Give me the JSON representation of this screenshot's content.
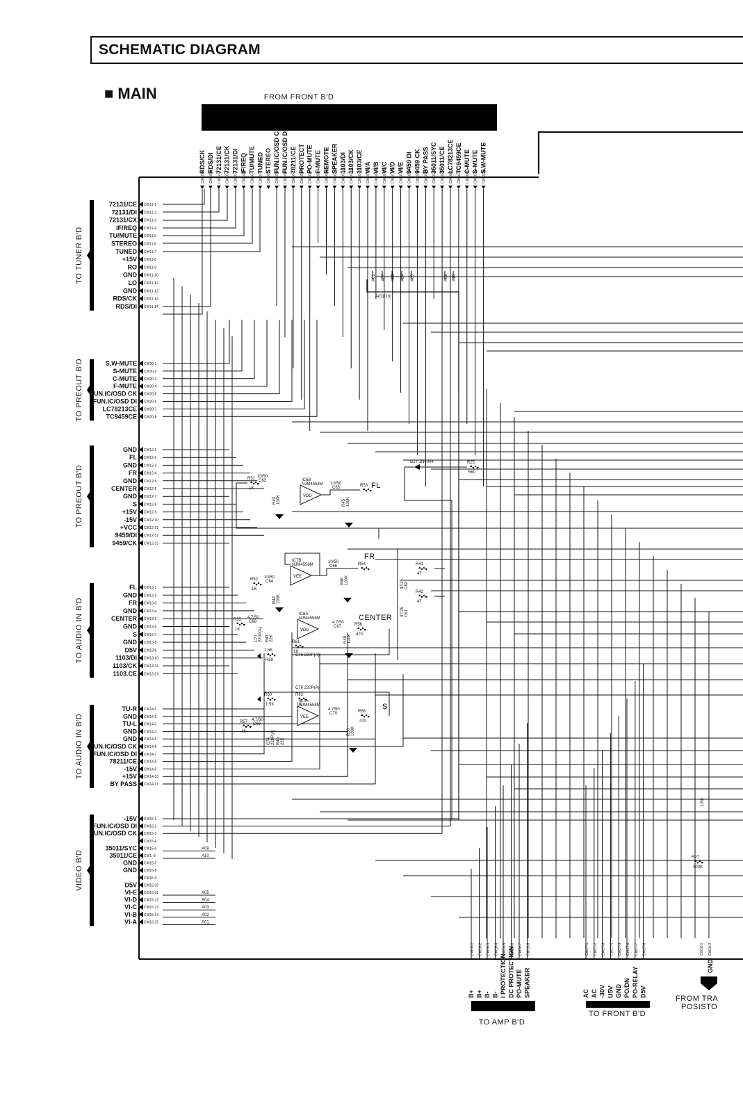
{
  "header": {
    "title": "SCHEMATIC DIAGRAM",
    "section": "■ MAIN"
  },
  "boards": {
    "front_top": "FROM FRONT B'D",
    "tuner": "TO TUNER B'D",
    "preout_top": "TO PREOUT B'D",
    "preout_mid": "TO PREOUT B'D",
    "audio_in": "TO AUDIO IN B'D",
    "audio_in2": "TO AUDIO IN B'D",
    "video": "VIDEO B'D",
    "amp": "TO AMP B'D",
    "front_bottom": "TO FRONT B'D",
    "trans": "FROM TRA",
    "posistor": "POSISTO"
  },
  "connectors": {
    "cw10": {
      "labels": [
        "RDS/CK",
        "RDS/DI",
        "72131/CE",
        "72131/CK",
        "72131/DI",
        "IF/REQ",
        "TU/MUTE",
        "TUNED",
        "STEREO",
        "FUN.IC/OSD CK",
        "FUN.IC/OSD DI",
        "78211/CE",
        "PROTECT",
        "PO-MUTE",
        "F-MUTE",
        "REMOTE",
        "SPEAKER",
        "1103/DI",
        "1103/CK",
        "1103/CE",
        "VI/A",
        "VI/B",
        "VI/C",
        "VI/D",
        "VI/E",
        "9459 DI",
        "9459 CK",
        "BY PASS",
        "35011/SYC",
        "35011/CE",
        "LC78213CE",
        "TC9459CE",
        "C-MUTE",
        "S-MUTE",
        "S.W-MUTE"
      ],
      "pins": [
        "CW10-1",
        "CW10-2",
        "CW10-3",
        "CW10-4",
        "CW10-5",
        "CW10-6",
        "CW10-7",
        "CW10-8",
        "CW10-9",
        "CW10-10",
        "CW10-11",
        "CW10-12",
        "CW10-13",
        "CW10-14",
        "CW10-15",
        "CW10-16",
        "CW10-17",
        "CW10-18",
        "CW10-19",
        "CW10-20",
        "CW10-21",
        "CW10-22",
        "CW10-23",
        "CW10-24",
        "CW10-25",
        "CW10-26",
        "CW10-27",
        "CW10-28",
        "CW10-29",
        "CW10-30",
        "CW10-31",
        "CW10-32",
        "CW10-33",
        "CW10-34",
        "CW10-35"
      ]
    },
    "cw11": {
      "labels": [
        "72131/CE",
        "72131/DI",
        "72131/CX",
        "IF/REQ",
        "TU/MUTE",
        "STEREO",
        "TUNED",
        "+15V",
        "RO",
        "GND",
        "LO",
        "GND",
        "RDS/CK",
        "RDS/DI"
      ],
      "pins": [
        "CW11-1",
        "CW11-2",
        "CW11-3",
        "CW11-4",
        "CW11-5",
        "CW11-6",
        "CW11-7",
        "CW11-8",
        "CW11-9",
        "CW11-10",
        "CW11-11",
        "CW11-12",
        "CW11-13",
        "CW11-14"
      ]
    },
    "cw20": {
      "labels": [
        "S.W-MUTE",
        "S-MUTE",
        "C-MUTE",
        "F-MUTE",
        "FUN.IC/OSD CK",
        "FUN.IC/OSD DI",
        "LC78213CE",
        "TC9459CE"
      ],
      "pins": [
        "CW20-1",
        "CW20-2",
        "CW20-3",
        "CW20-4",
        "CW20-5",
        "CW20-6",
        "CW20-7",
        "CW20-8"
      ]
    },
    "cw12": {
      "labels": [
        "GND",
        "FL",
        "GND",
        "FR",
        "GND",
        "CENTER",
        "GND",
        "S",
        "+15V",
        "-15V",
        "+VCC",
        "9459/DI",
        "9459/CK"
      ],
      "pins": [
        "CW12-1",
        "CW12-2",
        "CW12-3",
        "CW12-4",
        "CW12-5",
        "CW12-6",
        "CW12-7",
        "CW12-8",
        "CW12-9",
        "CW12-10",
        "CW12-11",
        "CW12-12",
        "CW12-13"
      ]
    },
    "cw13": {
      "labels": [
        "FL",
        "GND",
        "FR",
        "GND",
        "CENTER",
        "GND",
        "S",
        "GND",
        "D5V",
        "1103/DI",
        "1103/CK",
        "1103.CE"
      ],
      "pins": [
        "CW13-1",
        "CW13-2",
        "CW13-3",
        "CW13-4",
        "CW13-5",
        "CW13-6",
        "CW13-7",
        "CW13-8",
        "CW13-9",
        "CW13-10",
        "CW13-11",
        "CW13-12"
      ]
    },
    "cw14": {
      "labels": [
        "TU-R",
        "GND",
        "TU-L",
        "GND",
        "GND",
        "FUN.IC/OSD CK",
        "FUN.IC/OSD DI",
        "78211/CE",
        "-15V",
        "+15V",
        "BY PASS"
      ],
      "pins": [
        "CW14-1",
        "CW14-2",
        "CW14-3",
        "CW14-4",
        "CW14-5",
        "CW14-6",
        "CW14-7",
        "CW14-8",
        "CW14-9",
        "CW14-10",
        "CW14-11"
      ]
    },
    "cw15": {
      "labels": [
        "-15V",
        "FUN.IC/OSD DI",
        "FUN.IC/OSD CK",
        "",
        "35011/SYC",
        "35011/CE",
        "GND",
        "GND",
        "",
        "D5V",
        "VI-E",
        "VI-D",
        "VI-C",
        "VI-B",
        "VI-A"
      ],
      "pins": [
        "CW15-1",
        "CW15-2",
        "CW15-3",
        "CW15-4",
        "CW15-5",
        "CW1.-6",
        "CW15-7",
        "CW15-8",
        "CW15-9",
        "CW15-10",
        "CW15-11",
        "CW15-12",
        "CW15-13",
        "CW15-14",
        "CW15-15"
      ],
      "tags": [
        "",
        "",
        "",
        "",
        "A09",
        "A10",
        "",
        "",
        "",
        "",
        "A05",
        "A04",
        "A03",
        "A02",
        "A01"
      ]
    },
    "cw16": {
      "labels": [
        "B+",
        "B+",
        "B-",
        "B-",
        "I PROTECTION",
        "DC PROTECTION",
        "PO-MUTE",
        "SPEAKER"
      ],
      "pins": [
        "CW16-1",
        "CW16-2",
        "CW16-3",
        "CW16-4",
        "CW16-5",
        "CW16-6",
        "CW16-7",
        "CW16-8"
      ]
    },
    "cw17": {
      "labels": [
        "AC",
        "AC",
        "-30V",
        "U5V",
        "GND",
        "PO/DN",
        "PO-RELAY",
        "D5V"
      ],
      "pins": [
        "CW17-1",
        "CW17-2",
        "CW17-3",
        "CW17-4",
        "CW17-5",
        "CW17-6",
        "CW17-7",
        "CW17-8"
      ]
    },
    "cw18": {
      "labels": [
        "GND"
      ],
      "pins": [
        "CW18-1",
        "CW18-2"
      ]
    }
  },
  "bus": {
    "label": "A(01/10)",
    "taps": [
      "A01",
      "A02",
      "A03",
      "A04",
      "A05",
      "A09",
      "A10"
    ]
  },
  "components": {
    "ic6b": [
      "IC6B",
      "NJM4558M"
    ],
    "ic7b": [
      "IC7B",
      "NJM4558M"
    ],
    "ic6a": [
      "IC6A",
      "NJM4558M"
    ],
    "ic7a": [
      "IC7A",
      "NJM4558M"
    ],
    "vdd": "VDD",
    "vee": "VEE",
    "d27": "D27  1N4004",
    "r25": [
      "R25",
      "560"
    ],
    "r51": [
      "R51",
      "1K"
    ],
    "c63": [
      "10/50",
      "C63"
    ],
    "r43": [
      "R43",
      "100K"
    ],
    "c65": [
      "10/50",
      "C65"
    ],
    "r45": [
      "R45",
      "100K"
    ],
    "r53": "R53",
    "out_fl": "FL",
    "out_fr": "FR",
    "out_center": "CENTER",
    "out_s": "S",
    "r52": [
      "R52",
      "1K"
    ],
    "c64": [
      "10/50",
      "C64"
    ],
    "r44": [
      "R44",
      "100K"
    ],
    "c66": [
      "10/50",
      "C66"
    ],
    "r46": [
      "R46",
      "100K"
    ],
    "r54": "R54",
    "r41": [
      "R41",
      "47"
    ],
    "r42": [
      "R42",
      "47"
    ],
    "c62": [
      "47/25",
      "C62"
    ],
    "c61": [
      "47/25",
      "C61"
    ],
    "r55": [
      "R55",
      "1K"
    ],
    "c68": [
      "C68",
      "4.7/50"
    ],
    "c77": [
      "C77",
      "220P(A)"
    ],
    "r47": [
      "R47",
      "22K"
    ],
    "r61": [
      "R61",
      "1K"
    ],
    "c67": [
      "4.7/50",
      "C67"
    ],
    "r56": [
      "R56",
      "470"
    ],
    "r48": [
      "R48",
      "100K"
    ],
    "r59": [
      "R59",
      "1.5K"
    ],
    "c75": "C75  220P(A)",
    "c76": "C76  220P(A)",
    "r60": [
      "1.5K",
      "R60"
    ],
    "r62": [
      "R62",
      "1K"
    ],
    "r57": [
      "R57",
      "1K"
    ],
    "c69": [
      "4.7/50",
      "C69"
    ],
    "c74": [
      "C74",
      "220P(A)"
    ],
    "r49": [
      "R49",
      "22K"
    ],
    "c70": [
      "C70",
      "4.7/50"
    ],
    "r58": [
      "R58",
      "470"
    ],
    "r50": [
      "R50",
      "100K"
    ],
    "r27": [
      "R27",
      "100K"
    ],
    "c_right": "1/50"
  }
}
